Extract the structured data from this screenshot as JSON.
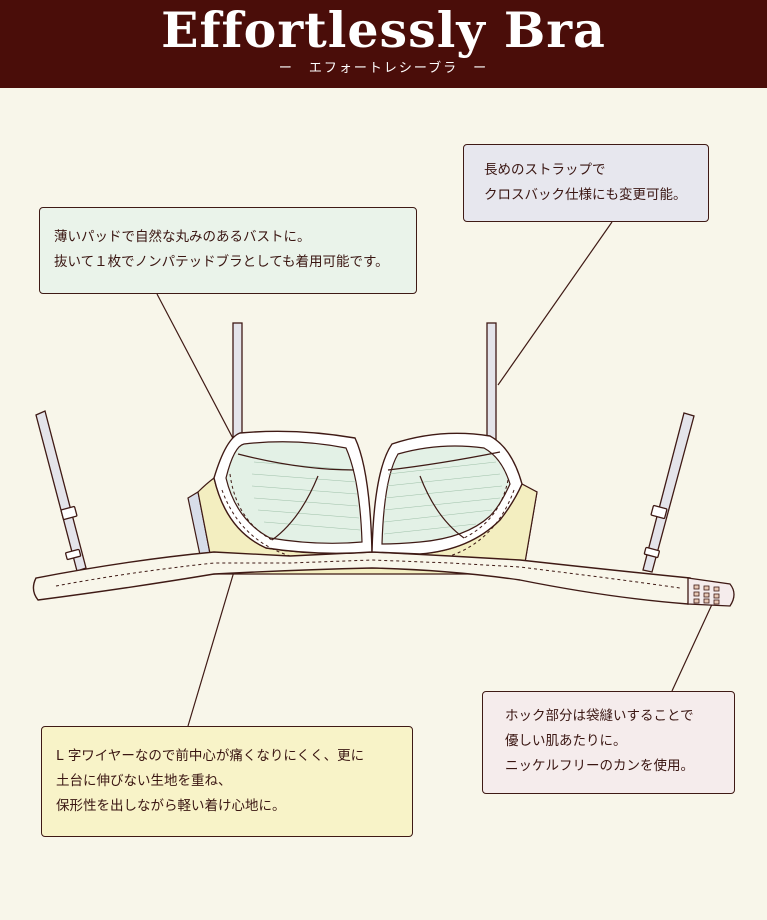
{
  "header": {
    "title": "Effortlessly Bra",
    "subtitle": "ー　エフォートレシーブラ　ー"
  },
  "callouts": {
    "pad": {
      "lines": [
        "薄いパッドで自然な丸みのあるバストに。",
        "抜いて１枚でノンパテッドブラとしても着用可能です。"
      ]
    },
    "strap": {
      "lines": [
        "長めのストラップで",
        "クロスバック仕様にも変更可能。"
      ]
    },
    "wire": {
      "lines": [
        "L 字ワイヤーなので前中心が痛くなりにくく、更に",
        "土台に伸びない生地を重ね、",
        "保形性を出しながら軽い着け心地に。"
      ]
    },
    "hook": {
      "lines": [
        "ホック部分は袋縫いすることで",
        "優しい肌あたりに。",
        "ニッケルフリーのカンを使用。"
      ]
    }
  },
  "colors": {
    "header_bg": "#4a0d09",
    "page_bg": "#f8f6ea",
    "outline": "#3f1a15",
    "cup_fill": "#e3f1e6",
    "power_net": "#f3eec0",
    "side_panel": "#d7dde9",
    "strap_fill": "#e4e4ea"
  }
}
